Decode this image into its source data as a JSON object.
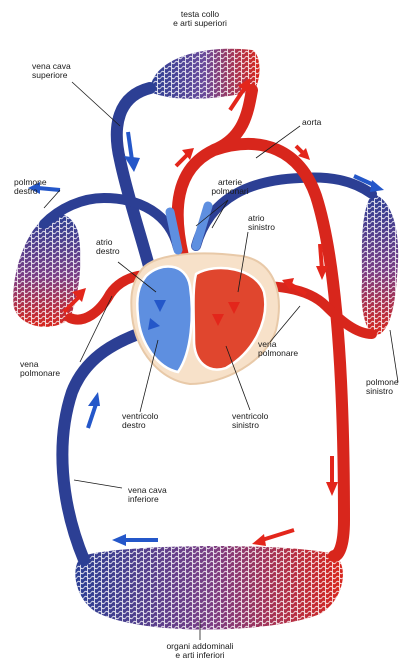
{
  "labels": {
    "head_neck_arms": "testa collo\ne arti superiori",
    "superior_vena_cava": "vena cava\nsuperiore",
    "aorta": "aorta",
    "pulmonary_arteries": "arterie\npolmonari",
    "right_lung": "polmone\ndestro",
    "right_atrium": "atrio\ndestro",
    "left_atrium": "atrio\nsinistro",
    "pulmonary_vein_left": "vena\npolmonare",
    "pulmonary_vein_right": "vena\npolmonare",
    "left_lung": "polmone\nsinistro",
    "right_ventricle": "ventricolo\ndestro",
    "left_ventricle": "ventricolo\nsinistro",
    "inferior_vena_cava": "vena cava\ninferiore",
    "abdominal_organs_legs": "organi addominali\ne arti inferiori"
  },
  "colors": {
    "oxygenated": "#d8261c",
    "deoxygenated": "#2c3f94",
    "arrow_red": "#e3261b",
    "arrow_blue": "#2457c9",
    "heart_right": "#5e8fe0",
    "heart_left": "#e0462e",
    "pericardium": "#f7e1c9"
  }
}
